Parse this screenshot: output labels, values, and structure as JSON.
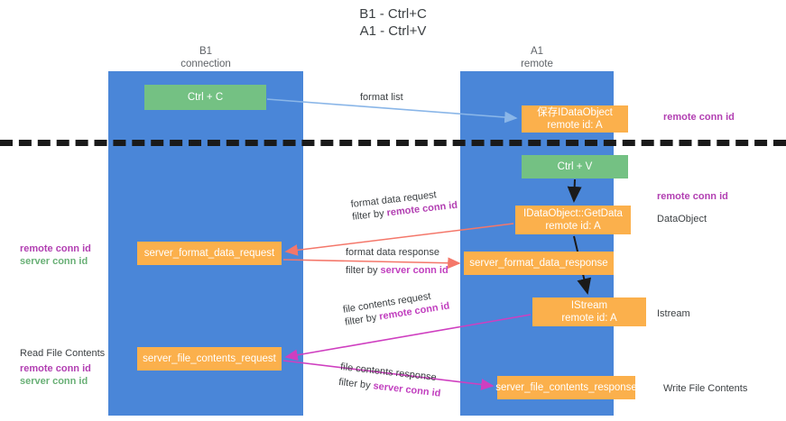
{
  "diagram": {
    "title_line1": "B1 - Ctrl+C",
    "title_line2": "A1 - Ctrl+V",
    "colors": {
      "lane": "#4a86d8",
      "green_node": "#74c183",
      "orange_node": "#fbb04c",
      "remote_conn_id": "#b23fb2",
      "server_conn_id": "#69b076",
      "arrow_blue": "#8ab6e8",
      "arrow_red": "#f4776a",
      "arrow_magenta": "#cf3fc0",
      "arrow_black": "#1a1a1a",
      "divider": "#1a1a1a"
    },
    "lanes": [
      {
        "id": "b1",
        "title": "B1",
        "subtitle": "connection"
      },
      {
        "id": "a1",
        "title": "A1",
        "subtitle": "remote"
      }
    ],
    "nodes": [
      {
        "id": "ctrl_c",
        "line1": "Ctrl + C",
        "line2": "",
        "style": "green"
      },
      {
        "id": "save_idataobject",
        "line1": "保存IDataObject",
        "line2": "remote id: A",
        "style": "orange"
      },
      {
        "id": "ctrl_v",
        "line1": "Ctrl + V",
        "line2": "",
        "style": "green"
      },
      {
        "id": "getdata",
        "line1": "IDataObject::GetData",
        "line2": "remote id: A",
        "style": "orange"
      },
      {
        "id": "server_format_data_request",
        "line1": "server_format_data_request",
        "line2": "",
        "style": "orange"
      },
      {
        "id": "server_format_data_response",
        "line1": "server_format_data_response",
        "line2": "",
        "style": "orange"
      },
      {
        "id": "istream",
        "line1": "IStream",
        "line2": "remote id: A",
        "style": "orange"
      },
      {
        "id": "server_file_contents_request",
        "line1": "server_file_contents_request",
        "line2": "",
        "style": "orange"
      },
      {
        "id": "server_file_contents_response",
        "line1": "server_file_contents_response",
        "line2": "",
        "style": "orange"
      }
    ],
    "edge_labels": [
      {
        "id": "format_list",
        "line1": "format list",
        "line2_plain": "",
        "line2_accent": ""
      },
      {
        "id": "format_data_request",
        "line1": "format data request",
        "line2_plain": "filter by ",
        "line2_accent": "remote conn id"
      },
      {
        "id": "format_data_response",
        "line1": "format data response",
        "line2_plain": "filter by ",
        "line2_accent": "server conn id"
      },
      {
        "id": "file_contents_request",
        "line1": "file contents request",
        "line2_plain": "filter by ",
        "line2_accent": "remote conn id"
      },
      {
        "id": "file_contents_response",
        "line1": "file contents response",
        "line2_plain": "filter by ",
        "line2_accent": "server conn id"
      }
    ],
    "annotations": {
      "right_remote_conn_id_top": "remote conn id",
      "right_remote_conn_id_mid": "remote conn id",
      "right_dataobject": "DataObject",
      "right_istream": "Istream",
      "right_write_file_contents": "Write File Contents",
      "left_remote_conn_id_mid": "remote conn id",
      "left_server_conn_id_mid": "server conn id",
      "left_read_file_contents": "Read File Contents",
      "left_remote_conn_id_bottom": "remote conn id",
      "left_server_conn_id_bottom": "server conn id"
    }
  }
}
